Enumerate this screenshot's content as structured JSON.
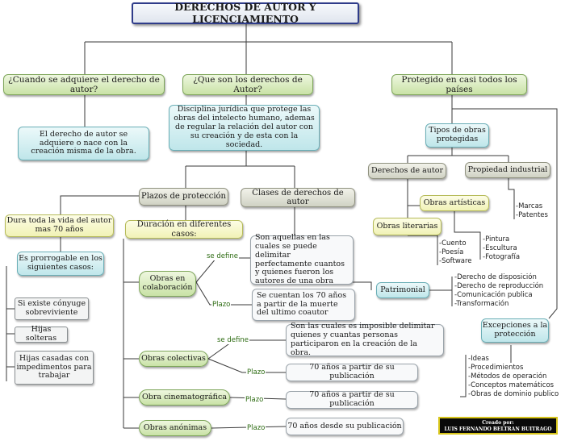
{
  "title": "DERECHOS DE AUTOR Y LICENCIAMIENTO",
  "questions": {
    "cuando": "¿Cuando se adquiere el derecho de autor?",
    "que_son": "¿Que son los derechos de Autor?",
    "protegido": "Protegido en casi todos los países"
  },
  "answers": {
    "cuando": "El derecho de autor se adquiere o nace con la creación misma de la obra.",
    "definicion": "Disciplina jurídica que protege las obras del intelecto humano, ademas de regular la relación del autor con su creación y de esta con la sociedad."
  },
  "plazos": {
    "title": "Plazos de protección",
    "vida": "Dura toda la vida del autor mas 70 años",
    "prorrogable": "Es prorrogable en los siguientes casos:",
    "casos": [
      "Si existe cónyuge sobreviviente",
      "Hijas solteras",
      "Hijas casadas con impedimentos para trabajar"
    ],
    "duracion": "Duración en diferentes casos:",
    "colaboracion": "Obras en colaboración",
    "colaboracion_def": "Son aquellas en las cuales se puede delimitar perfectamente cuantos y quienes fueron los autores de una obra",
    "colaboracion_plazo": "Se cuentan los 70 años a partir de la muerte del ultimo coautor",
    "colectivas": "Obras colectivas",
    "colectivas_def": "Son las cuales es imposible delimitar quienes y cuantas personas participaron en la creación de la obra.",
    "colectivas_plazo": "70 años a partir de su publicación",
    "cinematografica": "Obra cinematográfica",
    "cinematografica_plazo": "70 años a partir de su publicación",
    "anonimas": "Obras anónimas",
    "anonimas_plazo": "70 años desde su publicación"
  },
  "link_labels": {
    "se_define": "se define",
    "plazo": "Plazo"
  },
  "clases": {
    "title": "Clases de derechos de autor",
    "patrimonial": "Patrimonial",
    "patrimonial_items": [
      "-Derecho de disposición",
      "-Derecho de reproducción",
      "-Comunicación publica",
      "-Transformación"
    ]
  },
  "tipos": {
    "title": "Tipos de obras protegidas",
    "derechos_autor": "Derechos de autor",
    "propiedad_industrial": "Propiedad industrial",
    "industrial_items": [
      "-Marcas",
      "-Patentes"
    ],
    "artisticas": "Obras artísticas",
    "artisticas_items": [
      "-Pintura",
      "-Escultura",
      "-Fotografía"
    ],
    "literarias": "Obras literarias",
    "literarias_items": [
      "-Cuento",
      "-Poesía",
      "-Software"
    ]
  },
  "excepciones": {
    "title": "Excepciones a la protección",
    "items": [
      "-Ideas",
      "-Procedimientos",
      "-Métodos de operación",
      "-Conceptos matemáticos",
      "-Obras de dominio publico"
    ]
  },
  "credit": {
    "line1": "Creado por:",
    "line2": "LUIS FERNANDO BELTRAN BUITRAGO"
  },
  "colors": {
    "connector": "#3a3a3a",
    "title_border": "#2f3c8a",
    "green": "#c9e2a6",
    "cyan": "#bfe6ea",
    "gray": "#d0d2c4",
    "yellow": "#f1f2b6",
    "link_label": "#2d6b12"
  }
}
